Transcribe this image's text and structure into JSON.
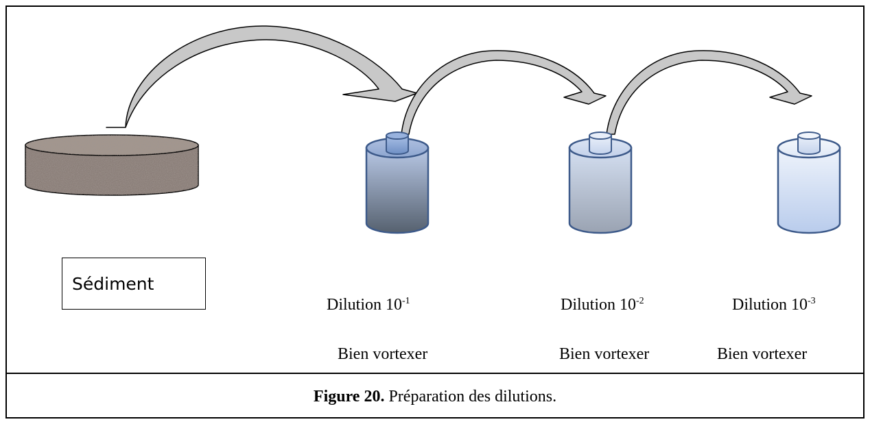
{
  "figure": {
    "sediment_label": "Sédiment",
    "dilutions": [
      {
        "label_prefix": "Dilution 10",
        "exponent": "-1",
        "instruction": "Bien vortexer"
      },
      {
        "label_prefix": "Dilution 10",
        "exponent": "-2",
        "instruction": "Bien vortexer"
      },
      {
        "label_prefix": "Dilution 10",
        "exponent": "-3",
        "instruction": "Bien vortexer"
      }
    ],
    "caption_bold": "Figure 20.",
    "caption_text": " Préparation des dilutions."
  },
  "colors": {
    "arrow_fill": "#c8c8c8",
    "bottle_outline": "#3d5a8a",
    "sediment": "#8a7e78",
    "bottle1_bottom": "#56616f",
    "bottle2_bottom": "#9aa3b2",
    "bottle3_bottom": "#b9ccec"
  }
}
